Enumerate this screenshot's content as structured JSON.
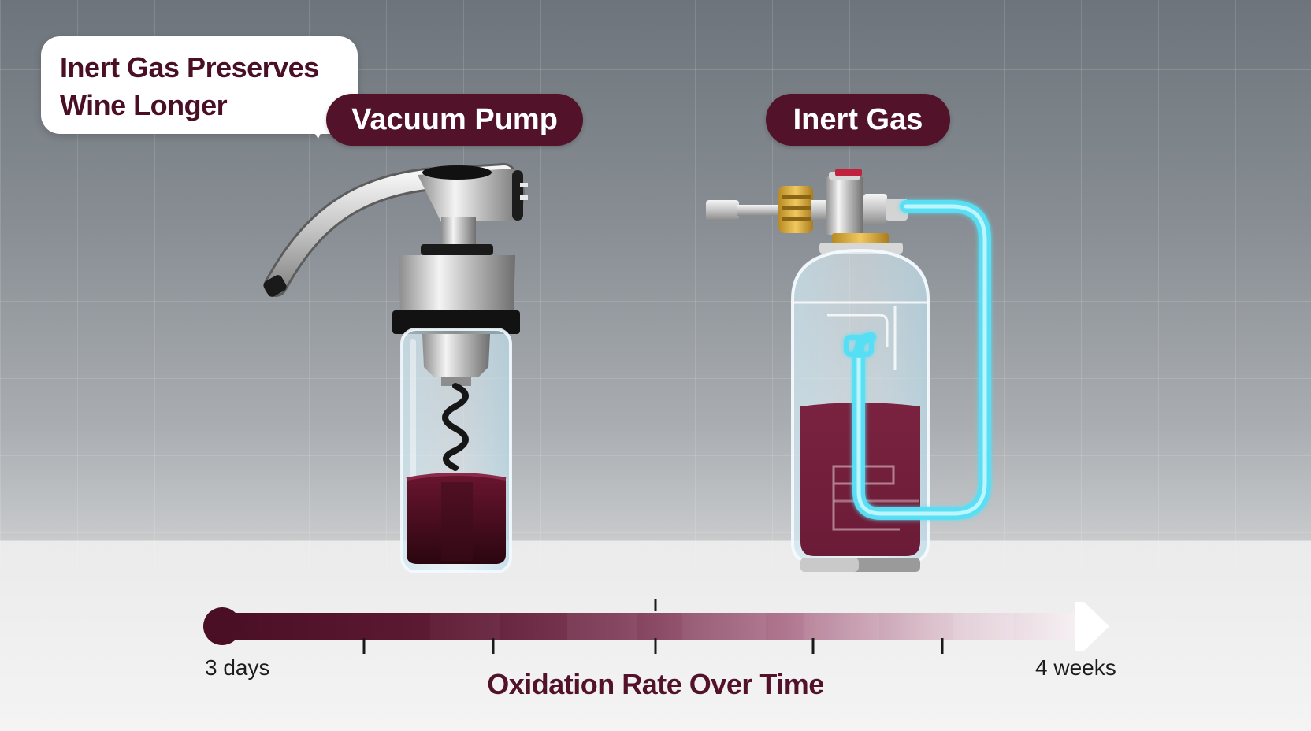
{
  "callout": {
    "line1": "Inert Gas Preserves",
    "line2": "Wine Longer"
  },
  "labels": {
    "vacuum": "Vacuum Pump",
    "inert": "Inert Gas"
  },
  "scale": {
    "min_label": "3 days",
    "max_label": "4 weeks",
    "title": "Oxidation Rate Over Time"
  },
  "colors": {
    "wine_dark": "#4a0f25",
    "accent": "#521229",
    "tube": "#5fe3f5",
    "brass": "#c9a037"
  }
}
